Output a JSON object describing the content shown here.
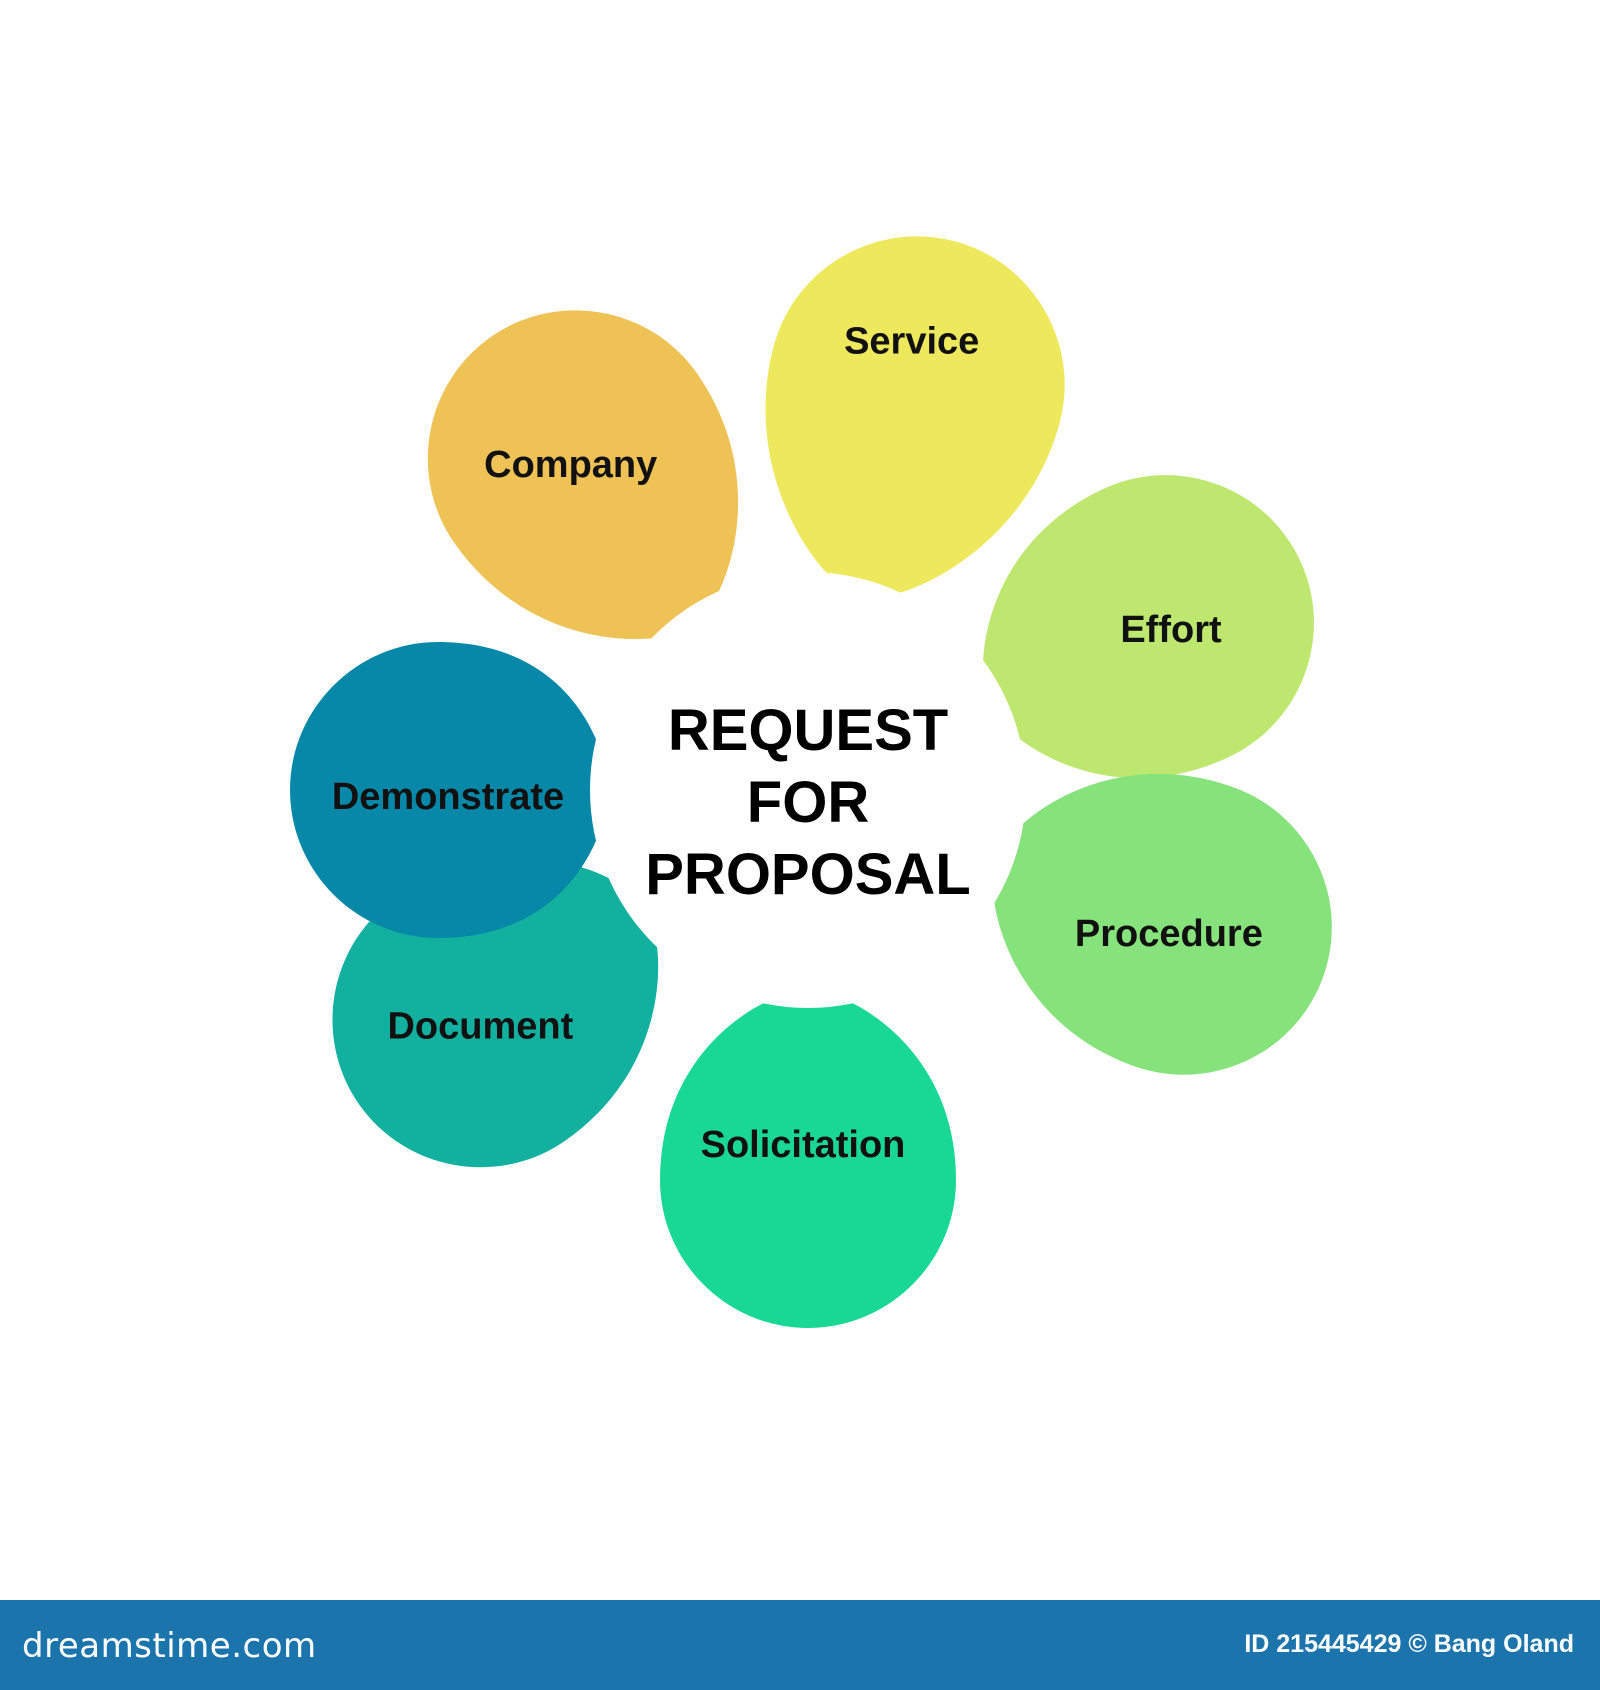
{
  "center": {
    "lines": [
      "REQUEST",
      "FOR",
      "PROPOSAL"
    ],
    "fill": "#ffffff"
  },
  "petals": [
    {
      "label": "Service",
      "color": "#ede85c"
    },
    {
      "label": "Effort",
      "color": "#bde76e"
    },
    {
      "label": "Procedure",
      "color": "#86e27a"
    },
    {
      "label": "Solicitation",
      "color": "#19d896"
    },
    {
      "label": "Document",
      "color": "#12b09e"
    },
    {
      "label": "Demonstrate",
      "color": "#0888a8"
    },
    {
      "label": "Company",
      "color": "#efc256"
    }
  ],
  "footer": {
    "brand": "dreamstime.com",
    "credit": "ID 215445429 © Bang Oland",
    "background": "#1b75ac"
  }
}
